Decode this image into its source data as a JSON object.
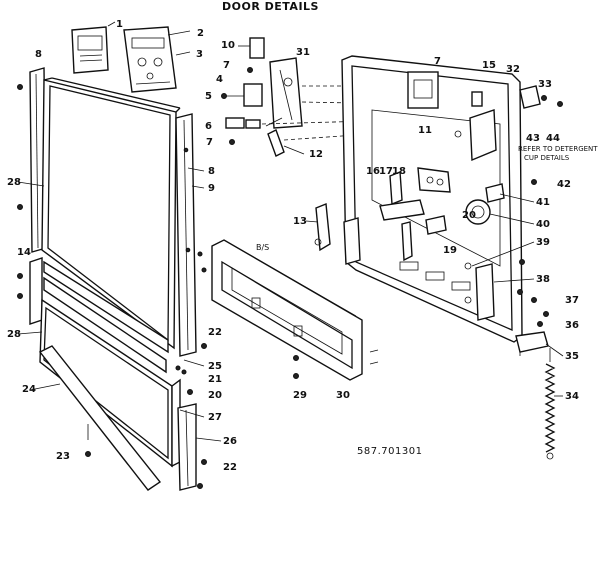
{
  "title": "DOOR DETAILS",
  "model_ref": "587.701301",
  "mark_bs": "B/S",
  "note_lines": [
    "REFER TO DETERGENT",
    "CUP DETAILS"
  ],
  "callouts": {
    "c1": "1",
    "c2": "2",
    "c3": "3",
    "c4": "4",
    "c5": "5",
    "c6": "6",
    "c7a": "7",
    "c7b": "7",
    "c7c": "7",
    "c8a": "8",
    "c8b": "8",
    "c9": "9",
    "c10": "10",
    "c11": "11",
    "c12": "12",
    "c13": "13",
    "c14": "14",
    "c15": "15",
    "c16": "16",
    "c17": "17",
    "c18": "18",
    "c19": "19",
    "c20a": "20",
    "c20b": "20",
    "c21": "21",
    "c22a": "22",
    "c22b": "22",
    "c23": "23",
    "c24": "24",
    "c25": "25",
    "c26": "26",
    "c27": "27",
    "c28a": "28",
    "c28b": "28",
    "c29": "29",
    "c30": "30",
    "c31": "31",
    "c32": "32",
    "c33": "33",
    "c34": "34",
    "c35": "35",
    "c36": "36",
    "c37": "37",
    "c38": "38",
    "c39": "39",
    "c40": "40",
    "c41": "41",
    "c42": "42",
    "c43": "43",
    "c44": "44"
  }
}
